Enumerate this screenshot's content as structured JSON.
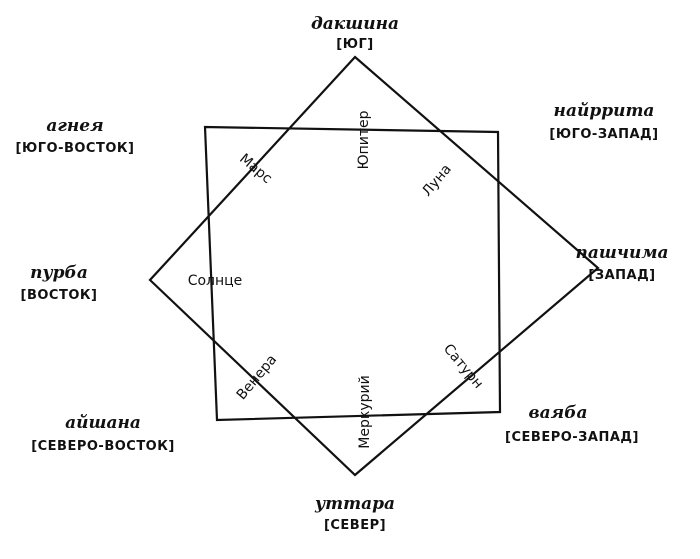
{
  "directions": {
    "south": {
      "name": "дакшина",
      "dir": "[ЮГ]"
    },
    "southwest": {
      "name": "найррита",
      "dir": "[ЮГО-ЗАПАД]"
    },
    "west": {
      "name": "пашчима",
      "dir": "[ЗАПАД]"
    },
    "northwest": {
      "name": "ваяба",
      "dir": "[СЕВЕРО-ЗАПАД]"
    },
    "north": {
      "name": "уттара",
      "dir": "[СЕВЕР]"
    },
    "northeast": {
      "name": "айшана",
      "dir": "[СЕВЕРО-ВОСТОК]"
    },
    "east": {
      "name": "пурба",
      "dir": "[ВОСТОК]"
    },
    "southeast": {
      "name": "агнея",
      "dir": "[ЮГО-ВОСТОК]"
    }
  },
  "planets": {
    "jupiter": "Юпитер",
    "moon": "Луна",
    "saturn": "Сатурн",
    "mercury": "Меркурий",
    "venus": "Венера",
    "sun": "Солнце",
    "mars": "Марс"
  }
}
